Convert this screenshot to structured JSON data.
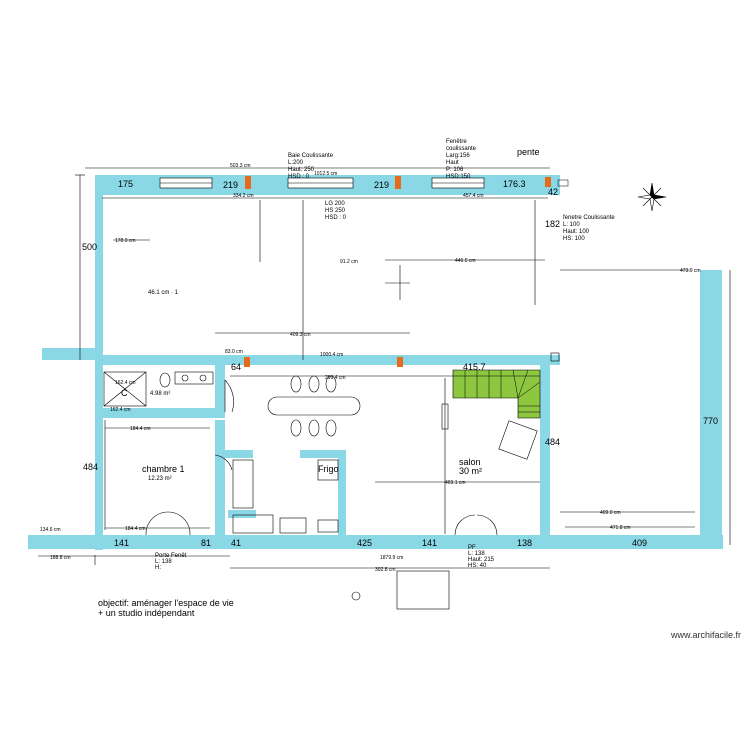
{
  "header_labels": {
    "pente": "pente",
    "baie_coulissante_title": "Baie Coulissante",
    "baie_coulissante_l": "L:200",
    "baie_coulissante_h": "Haut: 250",
    "baie_coulissante_hsd": "HSD : 0",
    "fenetre_coul_1": "Fenêtre",
    "fenetre_coul_2": "coulissante",
    "fenetre_coul_l": "Larg:156",
    "fenetre_coul_h": "Haut",
    "fenetre_coul_p": "P: 106",
    "fenetre_coul_hsd": "HSD:150",
    "fenetre_coul_r_title": "fenetre Coulissante",
    "fenetre_coul_r_l": "L: 100",
    "fenetre_coul_r_h": "Haut: 100",
    "fenetre_coul_r_hs": "HS: 100",
    "lg_label": "LG 200",
    "lg_hs": "HS 250",
    "lg_hsd": "HSD : 0"
  },
  "dimensions": {
    "top_175": "175",
    "top_219a": "219",
    "top_219b": "219",
    "top_1763": "176.3",
    "top_42": "42",
    "left_500": "500",
    "right_182": "182",
    "mid_64": "64",
    "mid_4157": "415.7",
    "left_484": "484",
    "right_484": "484",
    "far_770": "770",
    "bot_141a": "141",
    "bot_81": "81",
    "bot_41": "41",
    "bot_425": "425",
    "bot_141b": "141",
    "bot_138": "138",
    "bot_409": "409"
  },
  "rooms": {
    "c_label": "C",
    "sdb_area": "4.98 m²",
    "chambre_name": "chambre 1",
    "chambre_area": "12.23 m²",
    "salon_name": "salon",
    "salon_area": "30 m²",
    "upper_area": "46.1 cm · 1",
    "frigo": "Frigo"
  },
  "doors": {
    "porte_fenetre": "Porte Fenêt",
    "pf_l": "L: 138",
    "pf_h": "H:",
    "pf_label_b": "PF",
    "pf_b_l": "L: 138",
    "pf_b_h": "Haut: 215",
    "pf_b_hs": "HS: 40"
  },
  "notes": {
    "objective_line1": "objectif: aménager l'espace de vie",
    "objective_line2": "+ un studio indépendant",
    "watermark": "www.archifacile.fr"
  }
}
